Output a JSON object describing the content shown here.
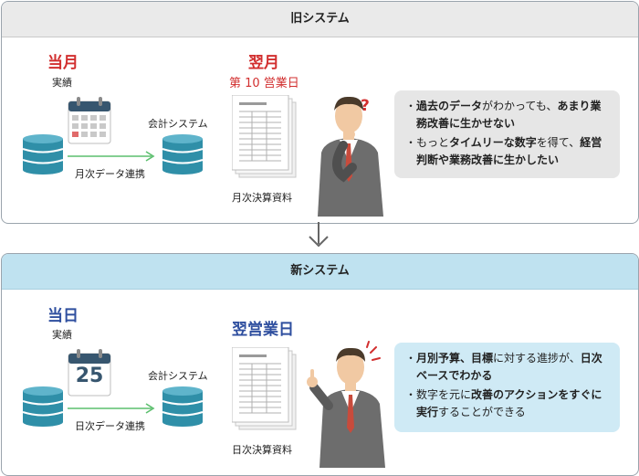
{
  "old_system": {
    "title": "旧システム",
    "current_month": "当月",
    "actual": "実績",
    "next_month": "翌月",
    "business_day": "第 10 営業日",
    "accounting_system": "会計システム",
    "data_link": "月次データ連携",
    "report": "月次決算資料",
    "bubble": [
      {
        "segments": [
          {
            "t": "過去のデータ",
            "b": true
          },
          {
            "t": "がわかっても、",
            "b": false
          },
          {
            "t": "あまり業務改善に生かせない",
            "b": true
          }
        ]
      },
      {
        "segments": [
          {
            "t": "もっと",
            "b": false
          },
          {
            "t": "タイムリーな数字",
            "b": true
          },
          {
            "t": "を得て、",
            "b": false
          },
          {
            "t": "経営判断や業務改善に生かしたい",
            "b": true
          }
        ]
      }
    ],
    "question_mark": "?"
  },
  "new_system": {
    "title": "新システム",
    "current_day": "当日",
    "actual": "実績",
    "calendar_day": "25",
    "next_business_day": "翌営業日",
    "accounting_system": "会計システム",
    "data_link": "日次データ連携",
    "report": "日次決算資料",
    "bubble": [
      {
        "segments": [
          {
            "t": "月別予算、目標",
            "b": true
          },
          {
            "t": "に対する進捗が、",
            "b": false
          },
          {
            "t": "日次ベースでわかる",
            "b": true
          }
        ]
      },
      {
        "segments": [
          {
            "t": "数字を元に",
            "b": false
          },
          {
            "t": "改善のアクションをすぐに実行",
            "b": true
          },
          {
            "t": "することができる",
            "b": false
          }
        ]
      }
    ]
  },
  "colors": {
    "red": "#d22f2f",
    "blue": "#2f4f9f",
    "db_teal": "#2f8fa8",
    "green_arrow": "#5cbf6e",
    "old_bubble": "#e6e6e6",
    "new_bubble": "#cfeaf5",
    "new_header": "#bfe2f0"
  },
  "icons": [
    "database-icon",
    "calendar-icon",
    "document-icon",
    "businessman-thinking-icon",
    "businessman-pointing-icon",
    "down-arrow-icon"
  ]
}
